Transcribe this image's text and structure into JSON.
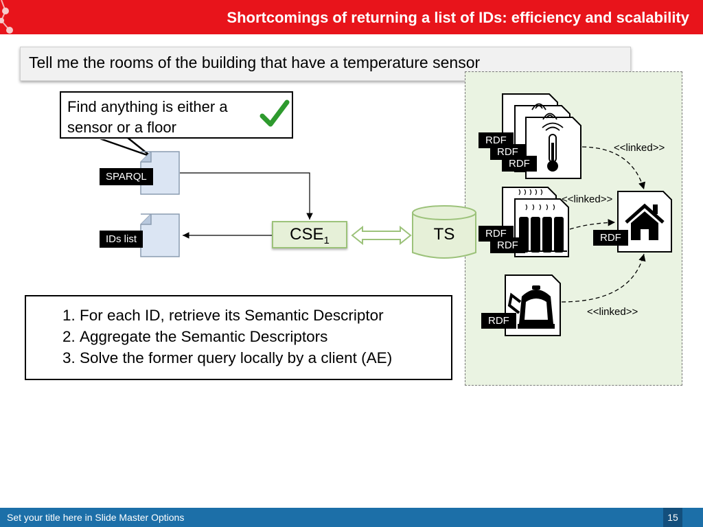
{
  "header": {
    "title": "Shortcomings of returning a list of IDs: efficiency and scalability",
    "color": "#e8141b"
  },
  "question": "Tell me the rooms of the building that have a temperature sensor",
  "callout": {
    "text": "Find anything is either a sensor or a floor",
    "icon": "checkmark-icon"
  },
  "documents": {
    "query_label": "SPARQL",
    "result_label": "IDs list"
  },
  "nodes": {
    "cse": "CSE",
    "cse_subscript": "1",
    "ts": "TS"
  },
  "steps": [
    "For each ID, retrieve its Semantic Descriptor",
    "Aggregate the Semantic Descriptors",
    "Solve the former query locally by a client (AE)"
  ],
  "resources": {
    "rdf_label": "RDF",
    "linked_label": "<<linked>>",
    "icons": [
      "antenna-icon",
      "thermometer-icon",
      "radiator-icon",
      "house-icon",
      "kettle-icon"
    ]
  },
  "footer": {
    "text": "Set your title here in Slide Master Options",
    "page": "15",
    "color": "#1c6fa8"
  }
}
